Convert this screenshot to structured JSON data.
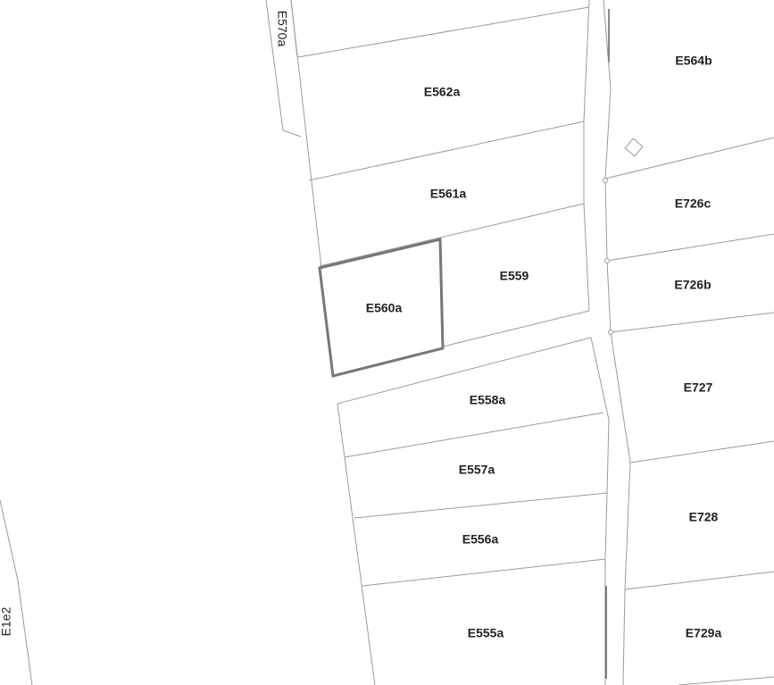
{
  "map": {
    "parcels": [
      {
        "id": "parcel-e564b",
        "label": "E564b"
      },
      {
        "id": "parcel-e562a",
        "label": "E562a"
      },
      {
        "id": "parcel-e561a",
        "label": "E561a"
      },
      {
        "id": "parcel-e726c",
        "label": "E726c"
      },
      {
        "id": "parcel-e559",
        "label": "E559"
      },
      {
        "id": "parcel-e726b",
        "label": "E726b"
      },
      {
        "id": "parcel-e560a",
        "label": "E560a"
      },
      {
        "id": "parcel-e727",
        "label": "E727"
      },
      {
        "id": "parcel-e558a",
        "label": "E558a"
      },
      {
        "id": "parcel-e557a",
        "label": "E557a"
      },
      {
        "id": "parcel-e728",
        "label": "E728"
      },
      {
        "id": "parcel-e556a",
        "label": "E556a"
      },
      {
        "id": "parcel-e555a",
        "label": "E555a"
      },
      {
        "id": "parcel-e729a",
        "label": "E729a"
      }
    ],
    "road_labels": {
      "e570a": "E570a",
      "e1e2": "E1e2"
    },
    "selected_parcel": "E560a",
    "colors": {
      "highlight": "#777777",
      "lines": "#9a9a9a"
    }
  }
}
